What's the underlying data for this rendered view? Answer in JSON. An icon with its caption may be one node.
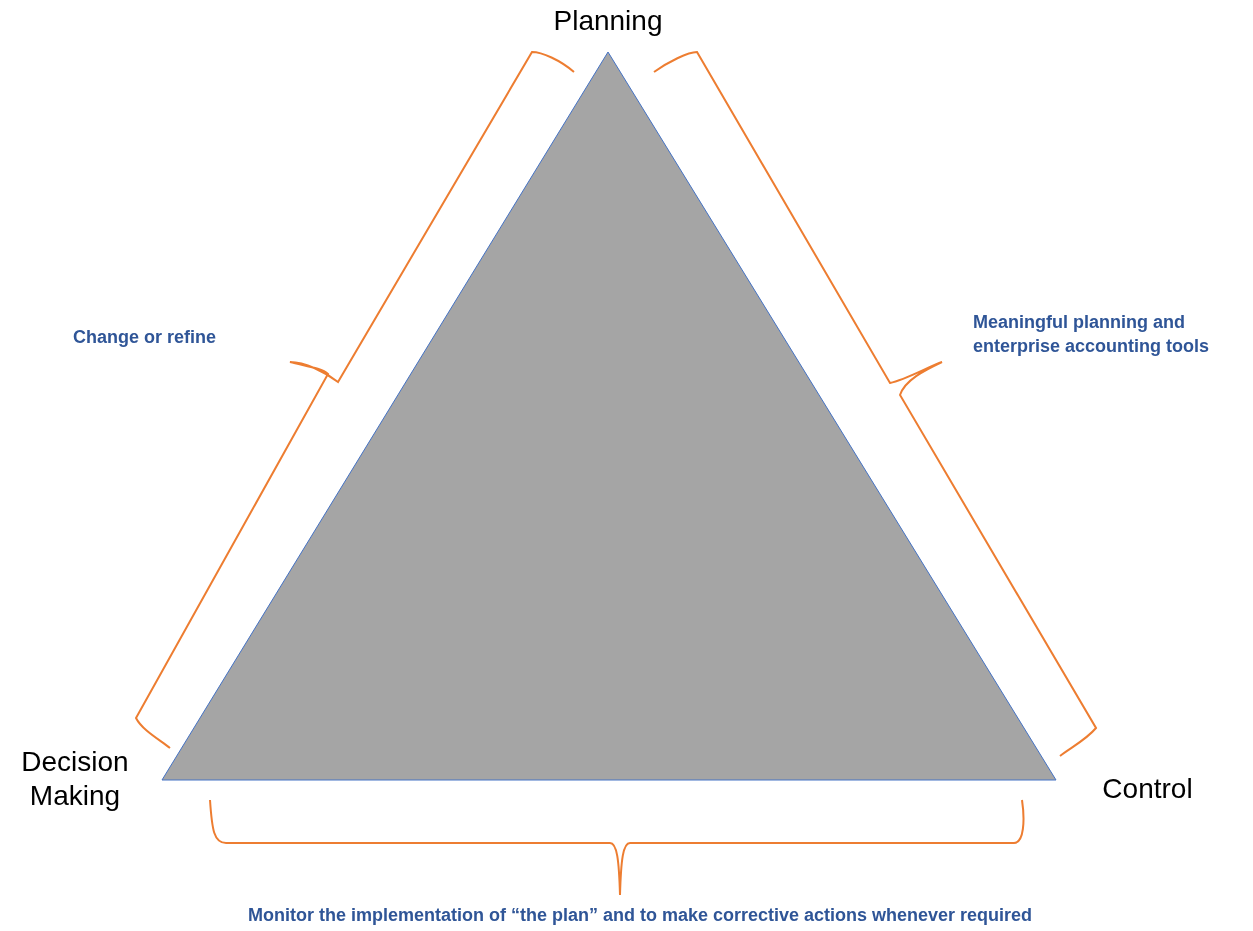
{
  "diagram": {
    "labels": [
      "Planning",
      "Change or refine",
      "Meaningful planning and enterprise accounting tools",
      "Decision Making",
      "Control",
      "Monitor the implementation of “the plan” and to make corrective actions whenever required"
    ]
  }
}
